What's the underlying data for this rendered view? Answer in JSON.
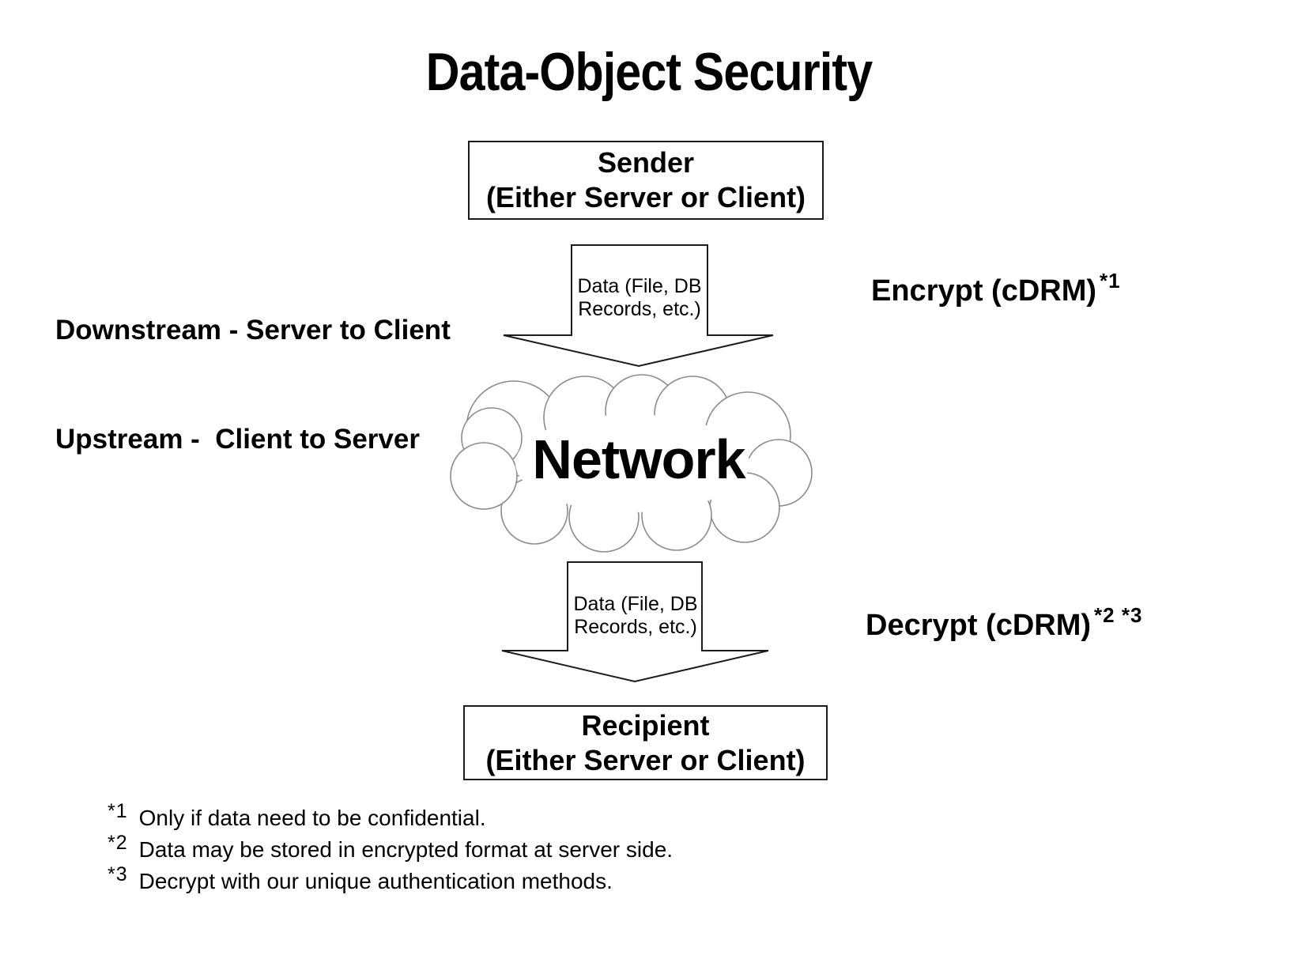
{
  "title": "Data-Object Security",
  "left_note": {
    "line1": "Downstream - Server to Client",
    "line2": "Upstream -  Client to Server"
  },
  "boxes": {
    "sender": {
      "line1": "Sender",
      "line2": "(Either Server or Client)"
    },
    "recipient": {
      "line1": "Recipient",
      "line2": "(Either Server or Client)"
    }
  },
  "flow_labels": {
    "top": {
      "line1": "Data (File, DB",
      "line2": "Records, etc.)"
    },
    "bottom": {
      "line1": "Data (File, DB",
      "line2": "Records, etc.)"
    }
  },
  "annotations": {
    "encrypt": {
      "label": "Encrypt (cDRM)",
      "sup": "*1"
    },
    "decrypt": {
      "label": "Decrypt (cDRM)",
      "sup": "*2 *3"
    }
  },
  "network_label": "Network",
  "footnotes": [
    {
      "marker": "*1",
      "text": "Only if data need to be confidential."
    },
    {
      "marker": "*2",
      "text": "Data may be stored in encrypted format at server side."
    },
    {
      "marker": "*3",
      "text": "Decrypt with our unique authentication methods."
    }
  ],
  "colors": {
    "background": "#ffffff",
    "text": "#000000",
    "shape_stroke": "#1c1c1c",
    "cloud_stroke": "#8c8c8c"
  }
}
